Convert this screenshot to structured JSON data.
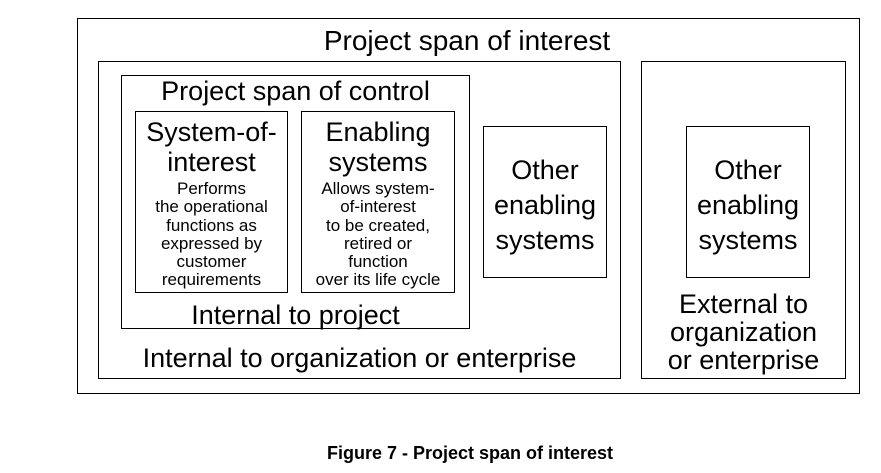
{
  "diagram": {
    "outer_title": "Project span of interest",
    "control_title": "Project span of control",
    "system_of_interest": {
      "title_lines": [
        "System-of-",
        "interest"
      ],
      "description_lines": [
        "Performs",
        "the operational",
        "functions as",
        "expressed by",
        "customer",
        "requirements"
      ]
    },
    "enabling_systems": {
      "title_lines": [
        "Enabling",
        "systems"
      ],
      "description_lines": [
        "Allows system-",
        "of-interest",
        "to be created,",
        "retired or",
        "function",
        "over its life cycle"
      ]
    },
    "internal_project_label": "Internal to project",
    "other_enabling_internal_lines": [
      "Other",
      "enabling",
      "systems"
    ],
    "internal_org_label": "Internal to organization or enterprise",
    "other_enabling_external_lines": [
      "Other",
      "enabling",
      "systems"
    ],
    "external_label_lines": [
      "External to",
      "organization",
      "or enterprise"
    ]
  },
  "caption": "Figure 7 - Project span of interest"
}
